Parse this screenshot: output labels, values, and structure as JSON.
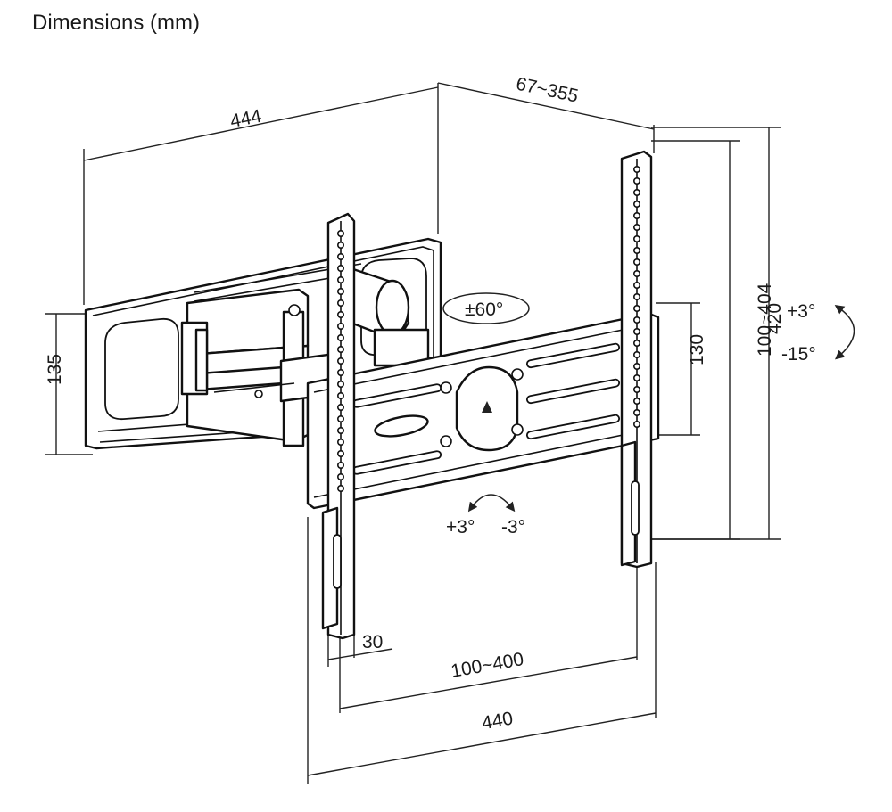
{
  "title": "Dimensions (mm)",
  "dimensions": {
    "wall_plate_width": "444",
    "extension": "67~355",
    "wall_plate_height": "135",
    "bracket_height": "420",
    "vesa_vertical": "100~404",
    "center_plate_height": "130",
    "arm_width": "30",
    "vesa_horizontal": "100~400",
    "bracket_width": "440"
  },
  "adjustments": {
    "swivel": "±60°",
    "tilt_up": "+3°",
    "tilt_down": "-15°",
    "level_plus": "+3°",
    "level_minus": "-3°"
  },
  "colors": {
    "line": "#111111",
    "background": "#ffffff"
  }
}
